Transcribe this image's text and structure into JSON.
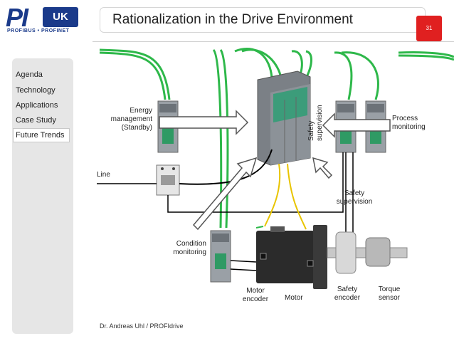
{
  "header": {
    "logo_main": "PI",
    "logo_region": "UK",
    "logo_sub": "PROFIBUS • PROFINET",
    "title": "Rationalization in the Drive Environment",
    "slide_number": "31"
  },
  "sidebar": {
    "items": [
      {
        "label": "Agenda"
      },
      {
        "label": "Technology"
      },
      {
        "label": "Applications"
      },
      {
        "label": "Case Study"
      },
      {
        "label": "Future Trends"
      }
    ],
    "active_index": 4
  },
  "diagram": {
    "energy_management": [
      "Energy",
      "management",
      "(Standby)"
    ],
    "process_monitoring": [
      "Process",
      "monitoring"
    ],
    "line": "Line",
    "safety_supervision_vertical": [
      "Safety",
      "supervision"
    ],
    "safety_supervision": [
      "Safety",
      "supervision"
    ],
    "condition_monitoring": [
      "Condition",
      "monitoring"
    ],
    "motor_encoder": [
      "Motor",
      "encoder"
    ],
    "motor": "Motor",
    "safety_encoder": [
      "Safety",
      "encoder"
    ],
    "torque_sensor": [
      "Torque",
      "sensor"
    ]
  },
  "colors": {
    "network_green": "#2eb84a",
    "logo_blue": "#1a3a8a",
    "slide_number_red": "#e02020",
    "device_grey": "#8a8f94",
    "drive_teal": "#3c9c7a"
  },
  "footer": {
    "text": "Dr. Andreas Uhl / PROFIdrive"
  }
}
